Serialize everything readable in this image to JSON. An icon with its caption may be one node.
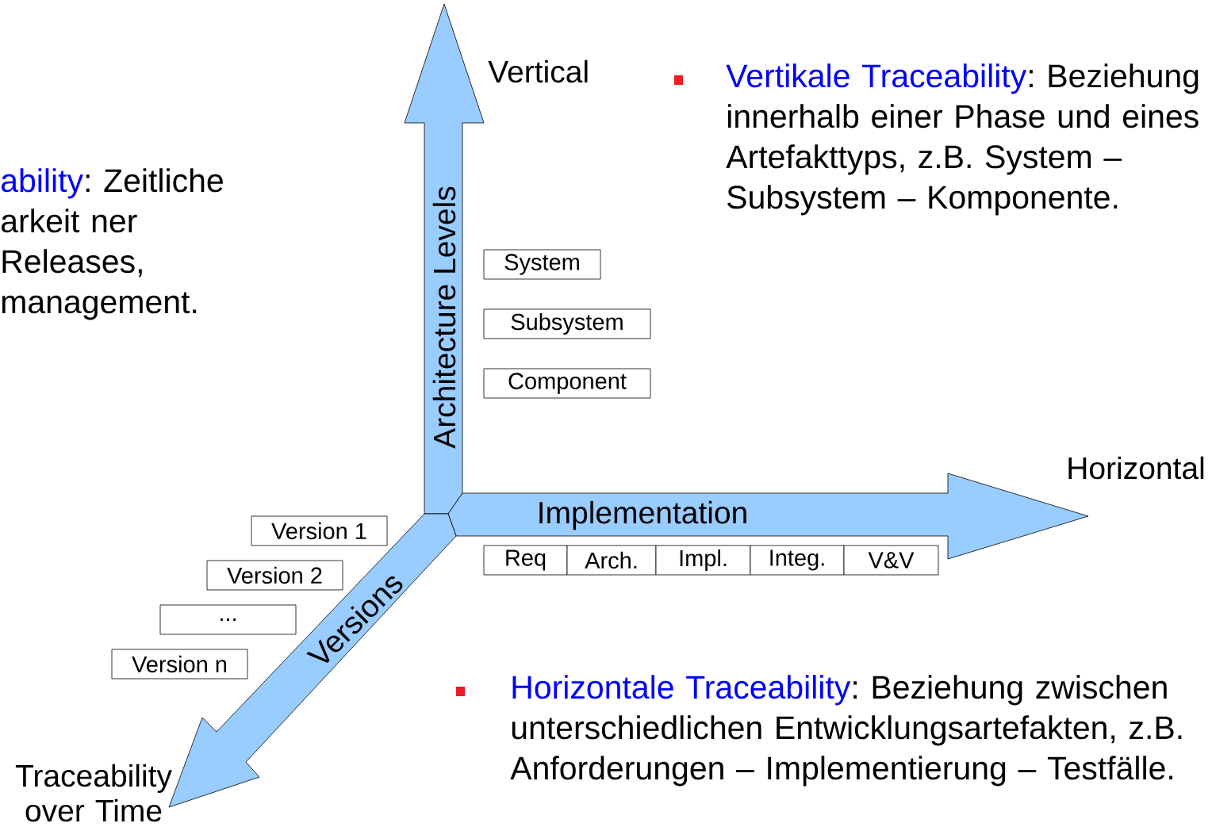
{
  "diagram": {
    "nodes": [
      {
        "text": [
          "System"
        ]
      },
      {
        "text": [
          "Subsystem"
        ]
      },
      {
        "text": [
          "Component"
        ]
      },
      {
        "text": [
          "Req"
        ]
      },
      {
        "text": [
          "Arch."
        ]
      },
      {
        "text": [
          "Impl."
        ]
      },
      {
        "text": [
          "Integ."
        ]
      },
      {
        "text": [
          "V&V"
        ]
      },
      {
        "text": [
          "Version 1"
        ]
      },
      {
        "text": [
          "Version 2"
        ]
      },
      {
        "text": [
          "..."
        ]
      },
      {
        "text": [
          "Version n"
        ]
      }
    ],
    "labels": [
      "Vertical",
      "Vertikale Traceability",
      ": Beziehung innerhalb einer Phase und eines Artefakttyps, z.B. System – Subsystem – Komponente.",
      "ability",
      ": Zeitliche arkeit ner Releases, management.",
      "Architecture Levels",
      "Horizontal",
      "Implementation",
      "Versions",
      "Horizontale Traceability",
      ": Beziehung zwischen unterschiedlichen Entwicklungsartefakten, z.B. Anforderungen – Implementierung – Testfälle.",
      "Traceability over Time"
    ]
  }
}
